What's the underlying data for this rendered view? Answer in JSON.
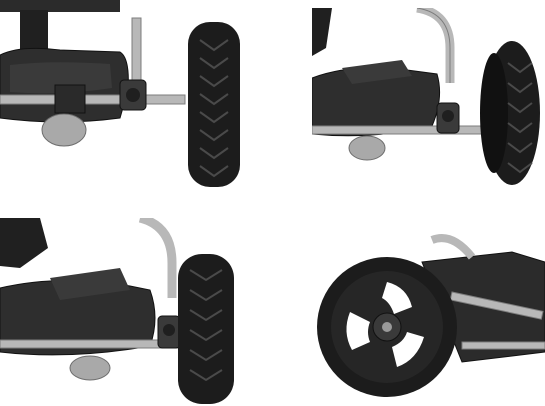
{
  "figure": {
    "panels": [
      {
        "id": "p1",
        "subject": "rear-axle-wheel-detached"
      },
      {
        "id": "p2",
        "subject": "wheel-sliding-onto-axle"
      },
      {
        "id": "p3",
        "subject": "wheel-mounted-on-axle"
      },
      {
        "id": "p4",
        "subject": "wheel-mounted-rear-view"
      }
    ],
    "colors": {
      "frame": "#2b2b2b",
      "frame_shadow": "#151515",
      "tire": "#1c1c1c",
      "tread": "#4a4a4a",
      "chrome": "#b8b8b8",
      "chrome_dark": "#7d7d7d",
      "hub": "#9a9a9a",
      "background": "#ffffff"
    }
  }
}
